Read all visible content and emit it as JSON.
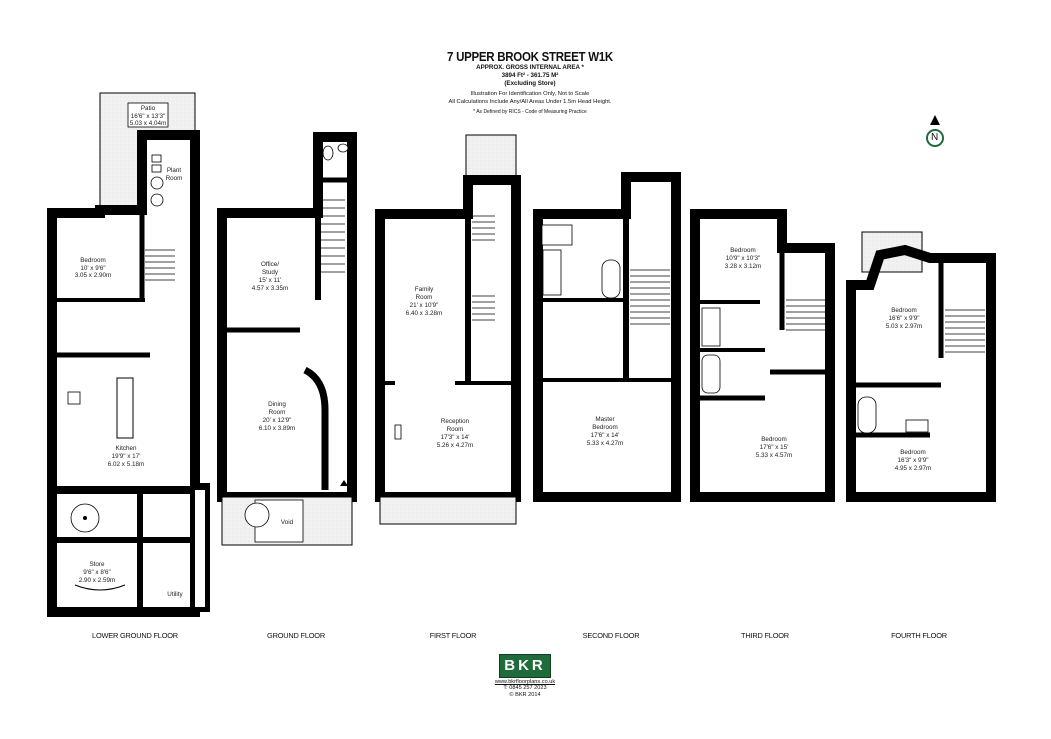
{
  "header": {
    "title": "7 UPPER BROOK STREET W1K",
    "area_label": "APPROX. GROSS INTERNAL AREA *",
    "area_value": "3894 Ft² - 361.75 M²",
    "area_note": "(Excluding Store)",
    "disclaimer_1": "Illustration For Identification Only, Not to Scale",
    "disclaimer_2": "All Calculations Include Any/All Areas Under 1.5m Head Height.",
    "footnote": "* As Defined by RICS - Code of Measuring Practice"
  },
  "compass": {
    "label": "N",
    "color": "#1f6b3a"
  },
  "floors": [
    {
      "name": "LOWER GROUND FLOOR",
      "rooms": [
        {
          "name": "Patio",
          "imperial": "16'6\" x 13'3\"",
          "metric": "5.03 x 4.04m"
        },
        {
          "name": "Plant Room",
          "imperial": "",
          "metric": ""
        },
        {
          "name": "Bedroom",
          "imperial": "10' x 9'6\"",
          "metric": "3.05 x 2.90m"
        },
        {
          "name": "Kitchen",
          "imperial": "19'9\" x 17'",
          "metric": "6.02 x 5.18m"
        },
        {
          "name": "Store",
          "imperial": "9'6\" x 8'6\"",
          "metric": "2.90 x 2.59m"
        },
        {
          "name": "Utility",
          "imperial": "",
          "metric": ""
        }
      ]
    },
    {
      "name": "GROUND FLOOR",
      "rooms": [
        {
          "name": "Office/ Study",
          "imperial": "15' x 11'",
          "metric": "4.57 x 3.35m"
        },
        {
          "name": "Dining Room",
          "imperial": "20' x 12'9\"",
          "metric": "6.10 x 3.89m"
        },
        {
          "name": "Void",
          "imperial": "",
          "metric": ""
        }
      ]
    },
    {
      "name": "FIRST FLOOR",
      "rooms": [
        {
          "name": "Family Room",
          "imperial": "21' x 10'9\"",
          "metric": "6.40 x 3.28m"
        },
        {
          "name": "Reception Room",
          "imperial": "17'3\" x 14'",
          "metric": "5.26 x 4.27m"
        }
      ]
    },
    {
      "name": "SECOND FLOOR",
      "rooms": [
        {
          "name": "Master Bedroom",
          "imperial": "17'6\" x 14'",
          "metric": "5.33 x 4.27m"
        }
      ]
    },
    {
      "name": "THIRD FLOOR",
      "rooms": [
        {
          "name": "Bedroom",
          "imperial": "10'9\" x 10'3\"",
          "metric": "3.28 x 3.12m"
        },
        {
          "name": "Bedroom",
          "imperial": "17'6\" x 15'",
          "metric": "5.33 x 4.57m"
        }
      ]
    },
    {
      "name": "FOURTH FLOOR",
      "rooms": [
        {
          "name": "Bedroom",
          "imperial": "16'6\" x 9'9\"",
          "metric": "5.03 x 2.97m"
        },
        {
          "name": "Bedroom",
          "imperial": "16'3\" x 9'9\"",
          "metric": "4.95 x 2.97m"
        }
      ]
    }
  ],
  "footer": {
    "logo": "BKR",
    "logo_color": "#1f6b3a",
    "website": "www.bkrfloorplans.co.uk",
    "phone": "T: 0845 257 2023",
    "copyright": "© BKR 2014"
  }
}
